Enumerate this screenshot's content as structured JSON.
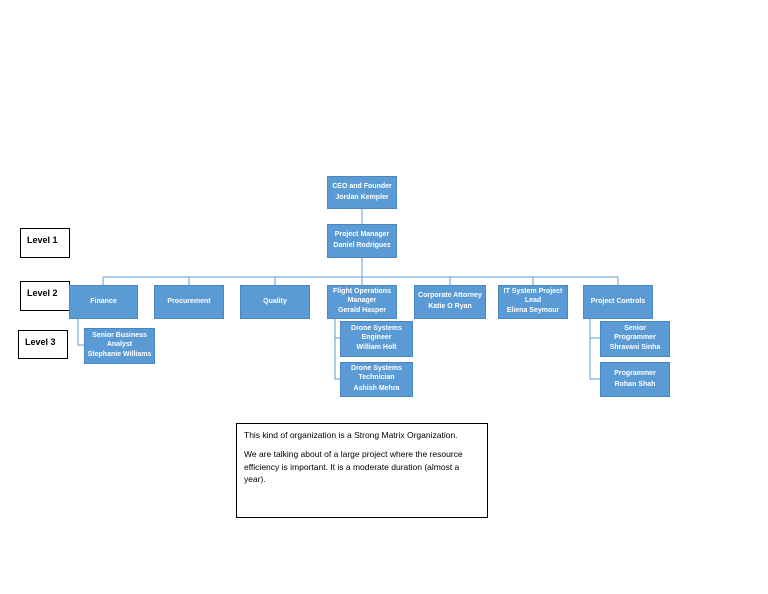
{
  "levels": [
    "Level 1",
    "Level 2",
    "Level 3"
  ],
  "nodes": {
    "ceo": {
      "role": "CEO and Founder",
      "person": "Jordan Kempler"
    },
    "pm": {
      "role": "Project Manager",
      "person": "Daniel Rodriguez"
    },
    "finance": {
      "role": "Finance"
    },
    "procurement": {
      "role": "Procurement"
    },
    "quality": {
      "role": "Quality"
    },
    "flight_ops": {
      "role": "Flight Operations Manager",
      "person": "Gerald Hasper"
    },
    "attorney": {
      "role": "Corporate Attorney",
      "person": "Katie O Ryan"
    },
    "it_lead": {
      "role": "IT System Project Lead",
      "person": "Eliena Seymour"
    },
    "controls": {
      "role": "Project Controls"
    },
    "analyst": {
      "role": "Senior Business Analyst",
      "person": "Stephanie Williams"
    },
    "drone_eng": {
      "role": "Drone Systems Engineer",
      "person": "William Holt"
    },
    "drone_tech": {
      "role": "Drone Systems Technician",
      "person": "Ashish Mehra"
    },
    "sr_programmer": {
      "role": "Senior Programmer",
      "person": "Shravani Sinha"
    },
    "programmer": {
      "role": "Programmer",
      "person": "Rohan Shah"
    }
  },
  "note": {
    "p1": "This kind of organization is a Strong Matrix Organization.",
    "p2": "We are talking about of a large project where the resource efficiency is important. It is a moderate duration (almost a year)."
  },
  "colors": {
    "node_fill": "#5b9bd5",
    "node_text": "#ffffff",
    "connector": "#5b9bd5"
  }
}
